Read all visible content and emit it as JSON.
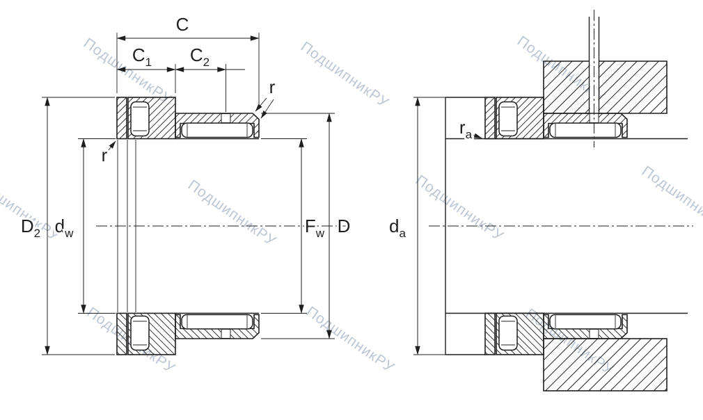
{
  "watermark": {
    "text": "ПодшипникРУ"
  },
  "colors": {
    "line": "#1f1f1f",
    "watermark": "#b6c2d0",
    "background": "#ffffff"
  },
  "dims": {
    "C": {
      "main": "C",
      "sub": ""
    },
    "C1": {
      "main": "C",
      "sub": "1"
    },
    "C2": {
      "main": "C",
      "sub": "2"
    },
    "r_outer": {
      "main": "r",
      "sub": ""
    },
    "r_inner": {
      "main": "r",
      "sub": ""
    },
    "D2": {
      "main": "D",
      "sub": "2"
    },
    "dw": {
      "main": "d",
      "sub": "w"
    },
    "Fw": {
      "main": "F",
      "sub": "w"
    },
    "D": {
      "main": "D",
      "sub": ""
    },
    "da": {
      "main": "d",
      "sub": "a"
    },
    "ra": {
      "main": "r",
      "sub": "a"
    }
  }
}
